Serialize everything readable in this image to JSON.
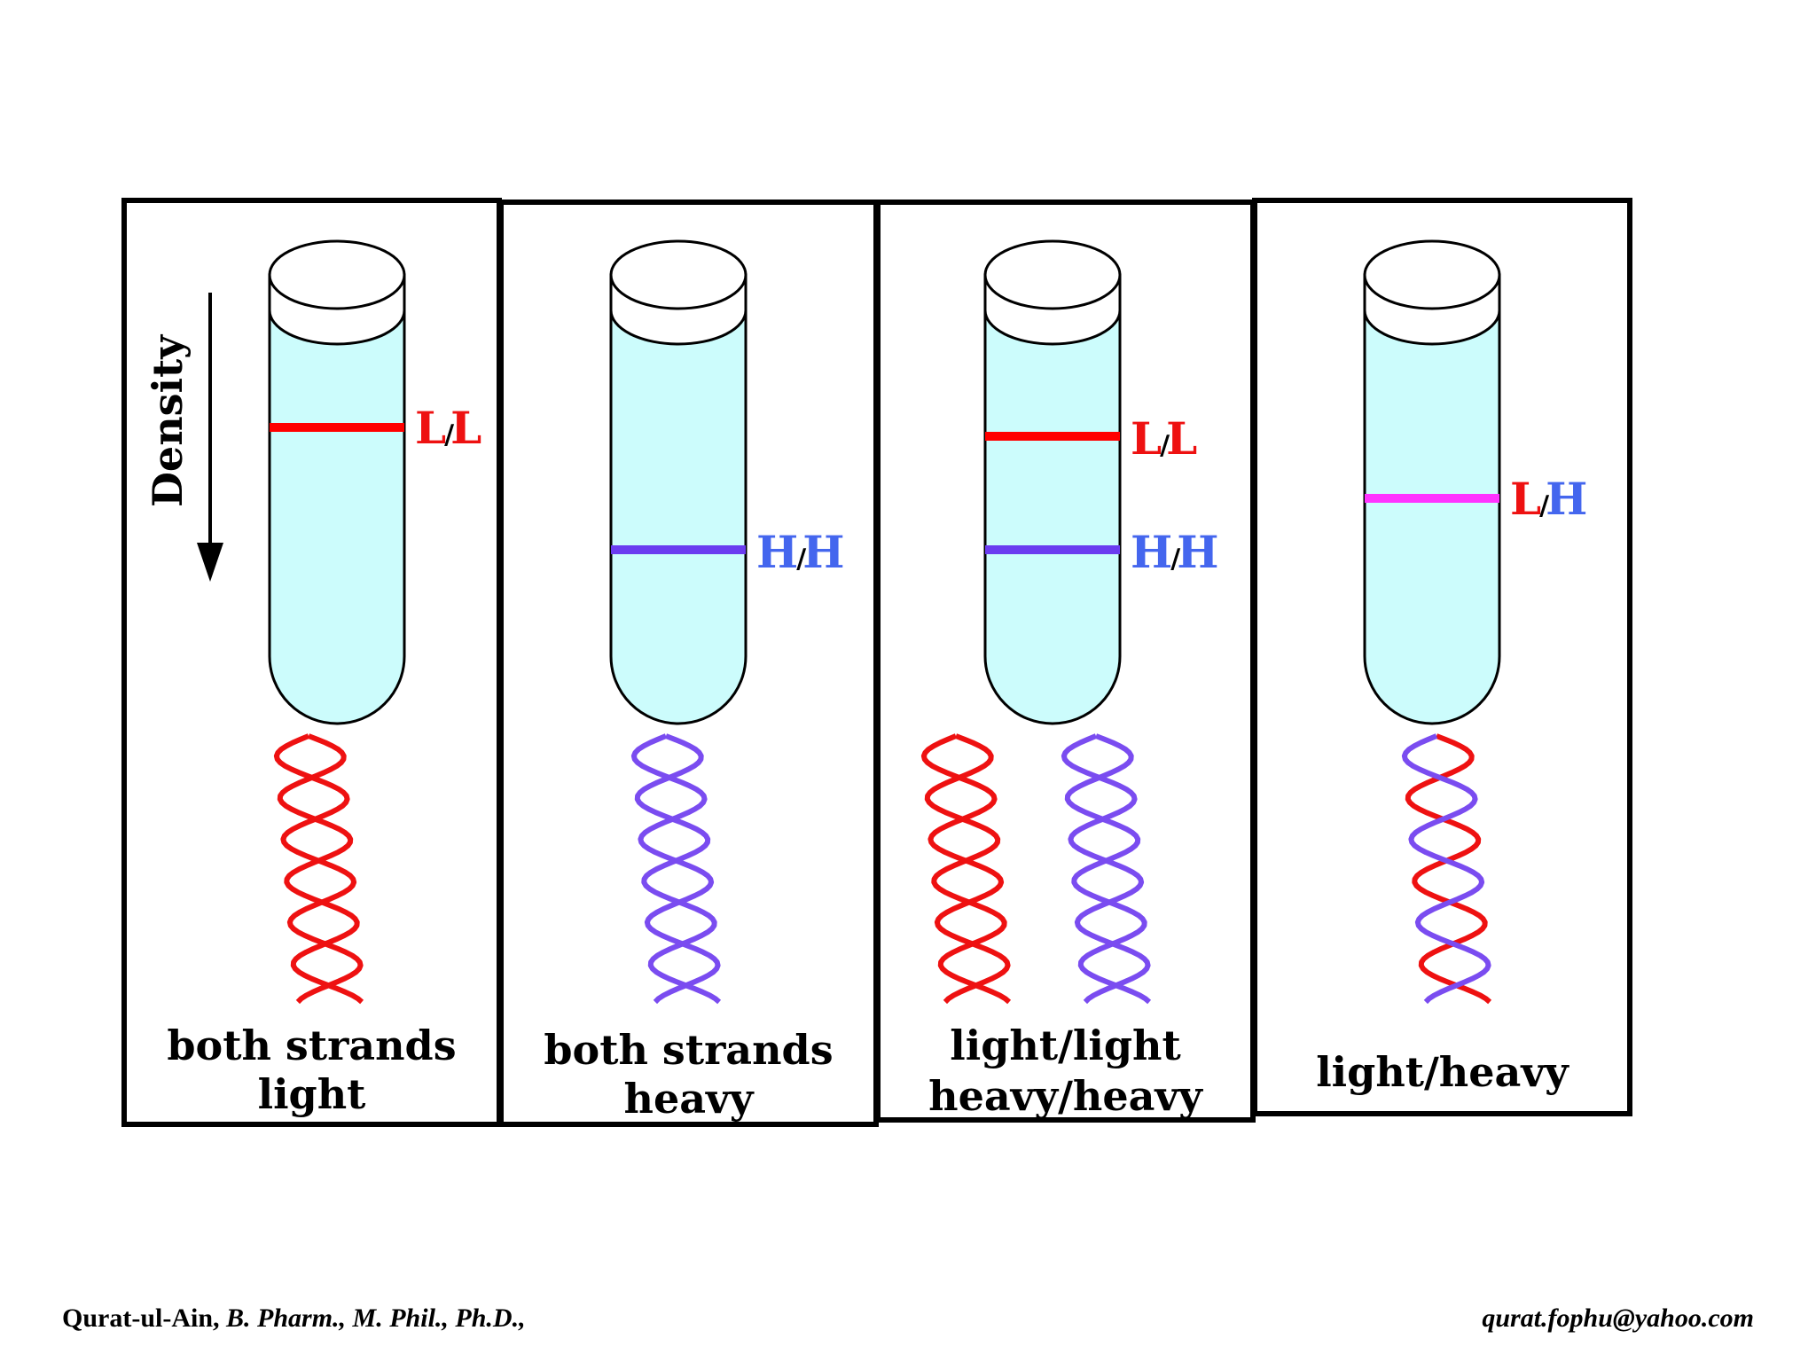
{
  "axis": {
    "label": "Density"
  },
  "panels": [
    {
      "caption": [
        "both strands",
        "light"
      ],
      "bands": [
        {
          "label_left": "L",
          "label_right": "L",
          "left_color": "#ee1111",
          "right_color": "#ee1111",
          "band_color": "#ff0000"
        }
      ],
      "helices": [
        {
          "strand1": "#ee1111",
          "strand2": "#ee1111"
        }
      ]
    },
    {
      "caption": [
        "both strands",
        "heavy"
      ],
      "bands": [
        {
          "label_left": "H",
          "label_right": "H",
          "left_color": "#4466ee",
          "right_color": "#4466ee",
          "band_color": "#6a3cf0"
        }
      ],
      "helices": [
        {
          "strand1": "#7a4cf0",
          "strand2": "#7a4cf0"
        }
      ]
    },
    {
      "caption": [
        "light/light",
        "heavy/heavy"
      ],
      "bands": [
        {
          "label_left": "L",
          "label_right": "L",
          "left_color": "#ee1111",
          "right_color": "#ee1111",
          "band_color": "#ff0000"
        },
        {
          "label_left": "H",
          "label_right": "H",
          "left_color": "#4466ee",
          "right_color": "#4466ee",
          "band_color": "#6a3cf0"
        }
      ],
      "helices": [
        {
          "strand1": "#ee1111",
          "strand2": "#ee1111"
        },
        {
          "strand1": "#7a4cf0",
          "strand2": "#7a4cf0"
        }
      ]
    },
    {
      "caption": [
        "light/heavy"
      ],
      "bands": [
        {
          "label_left": "L",
          "label_right": "H",
          "left_color": "#ee1111",
          "right_color": "#4466ee",
          "band_color": "#ff33ff"
        }
      ],
      "helices": [
        {
          "strand1": "#ee1111",
          "strand2": "#7a4cf0"
        }
      ]
    }
  ],
  "colors": {
    "tube_fill": "#ccfcfc",
    "outline": "#000000"
  },
  "footer": {
    "author": "Qurat-ul-Ain,",
    "degrees": "B. Pharm., M. Phil., Ph.D.,",
    "email": "qurat.fophu@yahoo.com"
  }
}
